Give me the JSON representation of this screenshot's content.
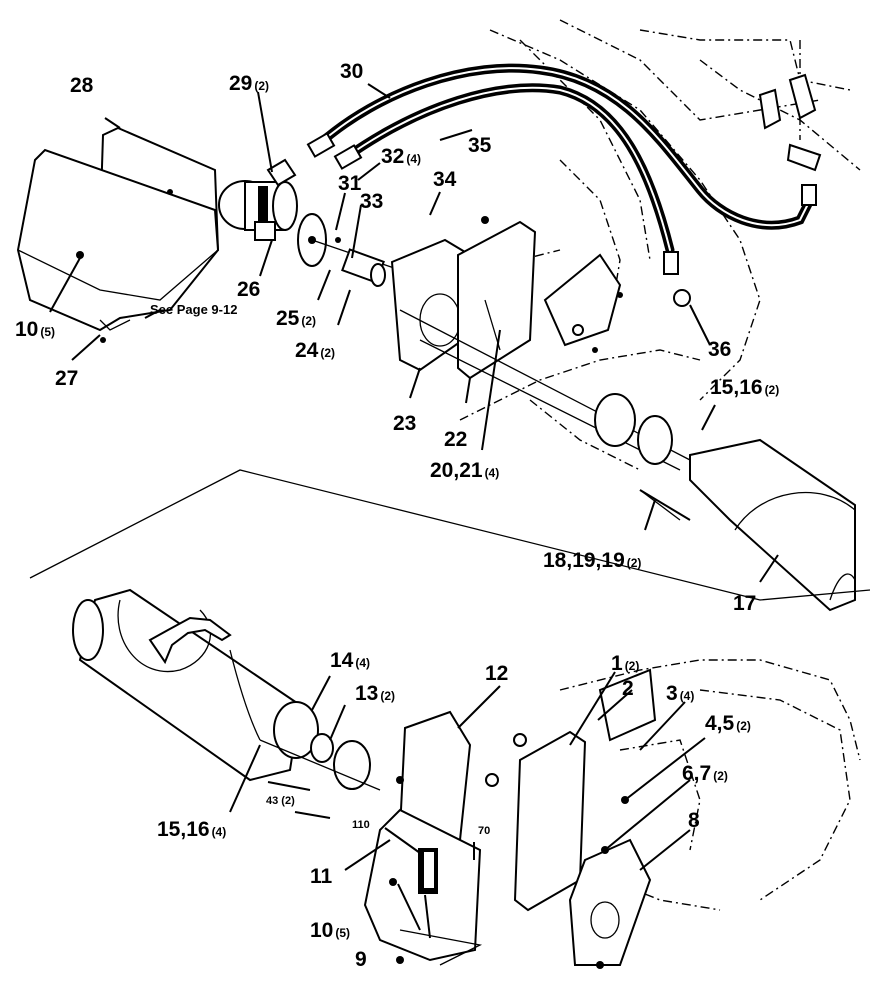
{
  "callouts_upper": [
    {
      "num": "28",
      "qty": ""
    },
    {
      "num": "29",
      "qty": "(2)"
    },
    {
      "num": "30",
      "qty": ""
    },
    {
      "num": "35",
      "qty": ""
    },
    {
      "num": "32",
      "qty": "(4)"
    },
    {
      "num": "34",
      "qty": ""
    },
    {
      "num": "31",
      "qty": ""
    },
    {
      "num": "33",
      "qty": ""
    },
    {
      "num": "26",
      "qty": ""
    },
    {
      "num": "25",
      "qty": "(2)"
    },
    {
      "num": "24",
      "qty": "(2)"
    },
    {
      "num": "10",
      "qty": "(5)"
    },
    {
      "num": "27",
      "qty": ""
    },
    {
      "num": "23",
      "qty": ""
    },
    {
      "num": "22",
      "qty": ""
    },
    {
      "num": "20,21",
      "qty": "(4)"
    },
    {
      "num": "36",
      "qty": ""
    },
    {
      "num": "15,16",
      "qty": "(2)"
    },
    {
      "num": "18,19,19",
      "qty": "(2)"
    },
    {
      "num": "17",
      "qty": ""
    }
  ],
  "callouts_lower": [
    {
      "num": "14",
      "qty": "(4)"
    },
    {
      "num": "13",
      "qty": "(2)"
    },
    {
      "num": "12",
      "qty": ""
    },
    {
      "num": "1",
      "qty": "(2)"
    },
    {
      "num": "2",
      "qty": ""
    },
    {
      "num": "3",
      "qty": "(4)"
    },
    {
      "num": "4,5",
      "qty": "(2)"
    },
    {
      "num": "6,7",
      "qty": "(2)"
    },
    {
      "num": "8",
      "qty": ""
    },
    {
      "num": "15,16",
      "qty": "(4)"
    },
    {
      "num": "11",
      "qty": ""
    },
    {
      "num": "10",
      "qty": "(5)"
    },
    {
      "num": "9",
      "qty": ""
    }
  ],
  "notes": {
    "see_page": "See Page 9-12",
    "dim_43": "43 (2)",
    "dim_110": "110",
    "dim_70": "70"
  }
}
